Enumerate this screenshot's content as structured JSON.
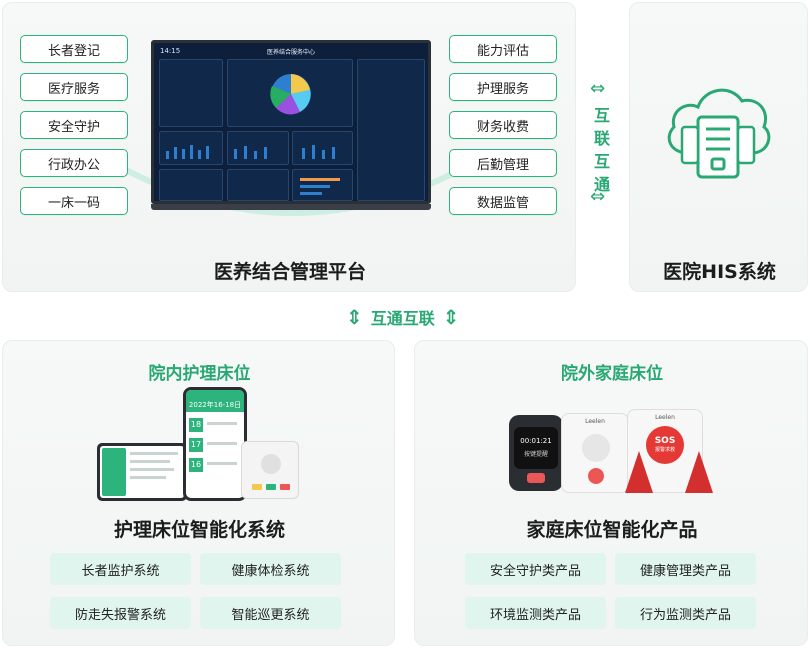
{
  "platform": {
    "title": "医养结合管理平台",
    "left_tags": [
      "长者登记",
      "医疗服务",
      "安全守护",
      "行政办公",
      "一床一码"
    ],
    "right_tags": [
      "能力评估",
      "护理服务",
      "财务收费",
      "后勤管理",
      "数据监管"
    ],
    "screen": {
      "time": "14:15",
      "heading": "医养结合服务中心"
    }
  },
  "vertical_link": {
    "chars": [
      "互",
      "联",
      "互",
      "通"
    ]
  },
  "his": {
    "title": "医院HIS系统"
  },
  "horizontal_link": {
    "label": "互通互联"
  },
  "hospital": {
    "heading": "院内护理床位",
    "title": "护理床位智能化系统",
    "items": [
      "长者监护系统",
      "健康体检系统",
      "防走失报警系统",
      "智能巡更系统"
    ],
    "phone": {
      "date": "2022年16-18日",
      "rows": [
        "18",
        "17",
        "16"
      ]
    }
  },
  "home": {
    "heading": "院外家庭床位",
    "title": "家庭床位智能化产品",
    "items": [
      "安全守护类产品",
      "健康管理类产品",
      "环境监测类产品",
      "行为监测类产品"
    ],
    "watch": {
      "time": "00:01:21",
      "sub": "按键提醒"
    },
    "device_brand": "Leelen",
    "sos": "SOS",
    "sos_sub": "报警求救"
  },
  "colors": {
    "accent": "#2aa873",
    "pill_bg": "#dff5ee",
    "tag_border": "#2db37c"
  },
  "icons": [
    "double-arrow-icon",
    "cloud-server-icon",
    "monitor-dashboard-icon",
    "smartwatch-icon",
    "sos-button-icon"
  ]
}
